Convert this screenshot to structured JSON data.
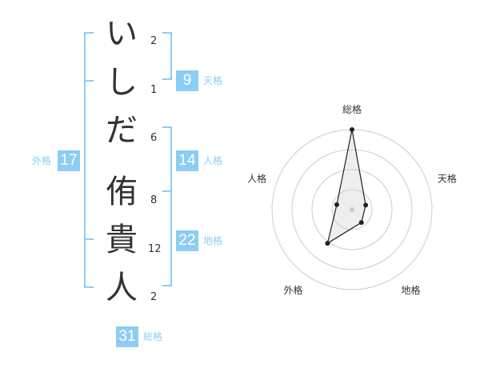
{
  "name": {
    "characters": [
      {
        "char": "い",
        "strokes": "2"
      },
      {
        "char": "し",
        "strokes": "1"
      },
      {
        "char": "だ",
        "strokes": "6"
      },
      {
        "char": "侑",
        "strokes": "8"
      },
      {
        "char": "貴",
        "strokes": "12"
      },
      {
        "char": "人",
        "strokes": "2"
      }
    ]
  },
  "fortune": {
    "tenkaku": {
      "label": "天格",
      "value": "9"
    },
    "jinkaku": {
      "label": "人格",
      "value": "14"
    },
    "chikaku": {
      "label": "地格",
      "value": "22"
    },
    "gaikaku": {
      "label": "外格",
      "value": "17"
    },
    "soukaku": {
      "label": "総格",
      "value": "31"
    }
  },
  "colors": {
    "accent": "#8ccdf3",
    "text": "#333333"
  },
  "chart_data": {
    "type": "radar",
    "axes": [
      "総格",
      "天格",
      "地格",
      "外格",
      "人格"
    ],
    "values": [
      1.0,
      0.18,
      0.2,
      0.52,
      0.2
    ],
    "rings": 4,
    "grid": true
  }
}
